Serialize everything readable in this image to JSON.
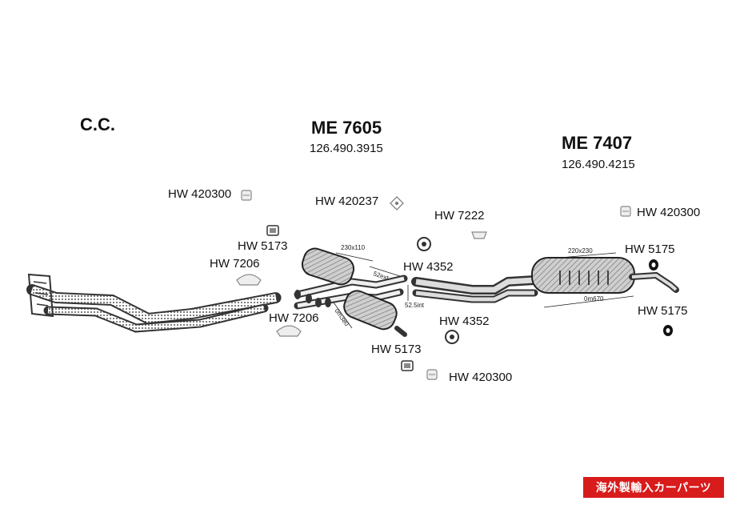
{
  "headings": {
    "cc": "C.C.",
    "front_code": "ME 7605",
    "front_number": "126.490.3915",
    "rear_code": "ME 7407",
    "rear_number": "126.490.4215"
  },
  "parts": {
    "hw420300_a": "HW 420300",
    "hw420237": "HW 420237",
    "hw7222": "HW 7222",
    "hw420300_b": "HW 420300",
    "hw5173_a": "HW 5173",
    "hw7206_a": "HW 7206",
    "hw4352_a": "HW 4352",
    "hw5175_a": "HW 5175",
    "hw5175_b": "HW 5175",
    "hw7206_b": "HW 7206",
    "hw4352_b": "HW 4352",
    "hw5173_b": "HW 5173",
    "hw420300_c": "HW 420300"
  },
  "dimensions": {
    "front_size": "230x110",
    "front_pipe": "52ext",
    "front_len": "0m380",
    "mid_pipe": "52.5int",
    "rear_size": "220x230",
    "rear_len": "0m670"
  },
  "badge": "海外製輸入カーパーツ"
}
